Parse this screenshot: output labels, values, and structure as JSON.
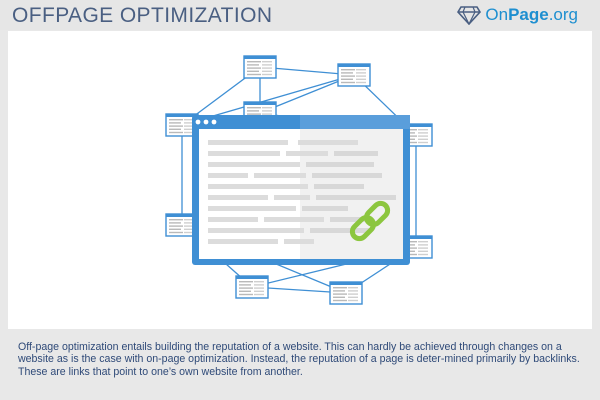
{
  "header": {
    "title": "OFFPAGE OPTIMIZATION",
    "logo_prefix": "On",
    "logo_bold": "Page",
    "logo_suffix": ".org",
    "accent": "#4a5f82",
    "logo_color": "#1e8fd0"
  },
  "diagram": {
    "center_icon": "browser-window-icon",
    "node_icon": "webpage-thumbnail-icon",
    "link_icon": "chain-link-icon",
    "line_color": "#3f8fd4",
    "window_color": "#3f8fd4",
    "link_color": "#8cc63f"
  },
  "caption": {
    "text": "Off-page optimization entails building the reputation of a website. This can hardly be achieved through changes on a website as is the case with on-page optimization. Instead, the reputation of a page is deter-mined primarily by backlinks. These are links that point to one’s own website from another."
  }
}
